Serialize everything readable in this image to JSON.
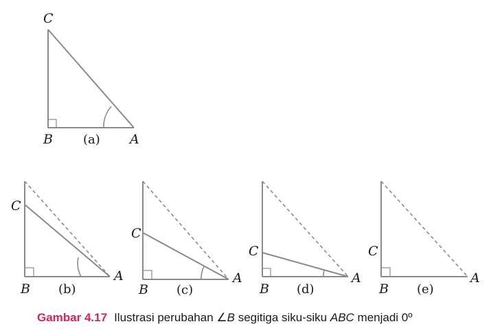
{
  "figure": {
    "panels": [
      {
        "id": "a",
        "label": "(a)",
        "vertex_B": "B",
        "vertex_C": "C",
        "vertex_A": "A",
        "dashed_reference": false,
        "angle_arc": true
      },
      {
        "id": "b",
        "label": "(b)",
        "vertex_B": "B",
        "vertex_C": "C",
        "vertex_A": "A",
        "dashed_reference": true,
        "angle_arc": true
      },
      {
        "id": "c",
        "label": "(c)",
        "vertex_B": "B",
        "vertex_C": "C",
        "vertex_A": "A",
        "dashed_reference": true,
        "angle_arc": true
      },
      {
        "id": "d",
        "label": "(d)",
        "vertex_B": "B",
        "vertex_C": "C",
        "vertex_A": "A",
        "dashed_reference": true,
        "angle_arc": true
      },
      {
        "id": "e",
        "label": "(e)",
        "vertex_B": "B",
        "vertex_C": "C",
        "vertex_A": "A",
        "dashed_reference": true,
        "angle_arc": false
      }
    ],
    "line_color": "#8a8a8a"
  },
  "caption": {
    "figure_label": "Gambar 4.17",
    "text_1": "Ilustrasi perubahan ∠",
    "text_B": "B",
    "text_2": " segitiga siku-siku ",
    "text_ABC": "ABC",
    "text_3": " menjadi 0º",
    "figure_label_color": "#d6245f"
  }
}
